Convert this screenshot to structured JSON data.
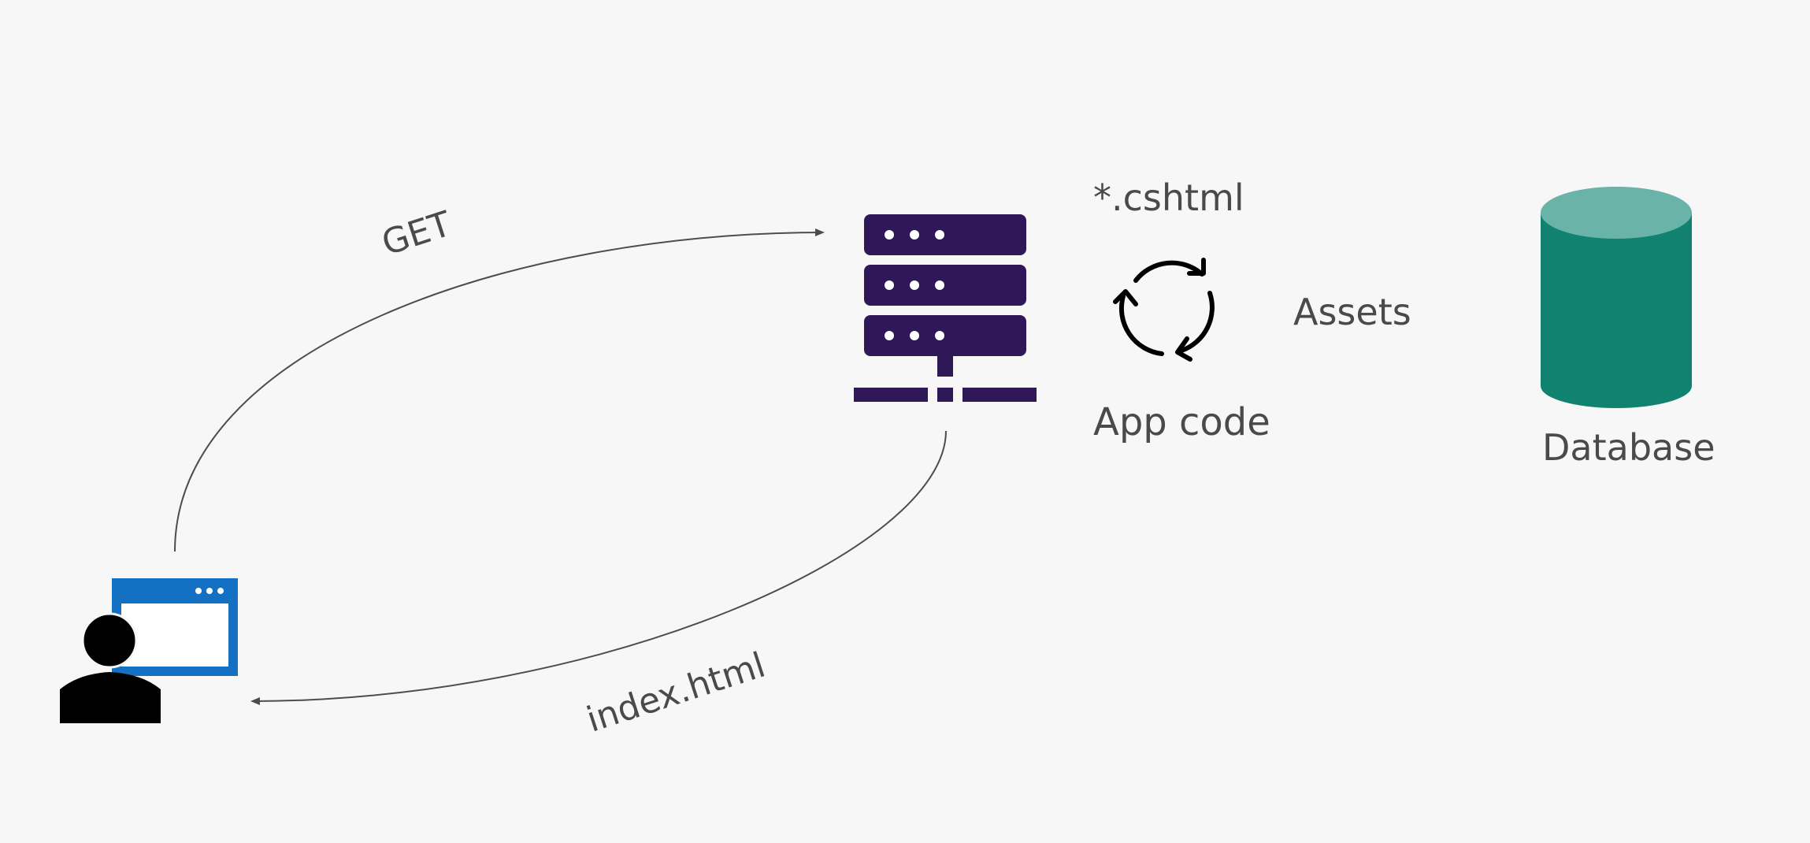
{
  "labels": {
    "request": "GET",
    "response": "index.html",
    "templates": "*.cshtml",
    "assets": "Assets",
    "app_code": "App code",
    "database": "Database"
  },
  "icons": {
    "user": "user-with-browser-icon",
    "server": "server-icon",
    "cycle": "refresh-cycle-icon",
    "database": "database-cylinder-icon"
  },
  "colors": {
    "background": "#f7f7f7",
    "server": "#301758",
    "browser": "#1470c2",
    "user": "#000000",
    "db_body": "#128270",
    "db_top": "#6ab3a9",
    "arrow": "#4d4d4d",
    "text": "#4a4a4a"
  }
}
